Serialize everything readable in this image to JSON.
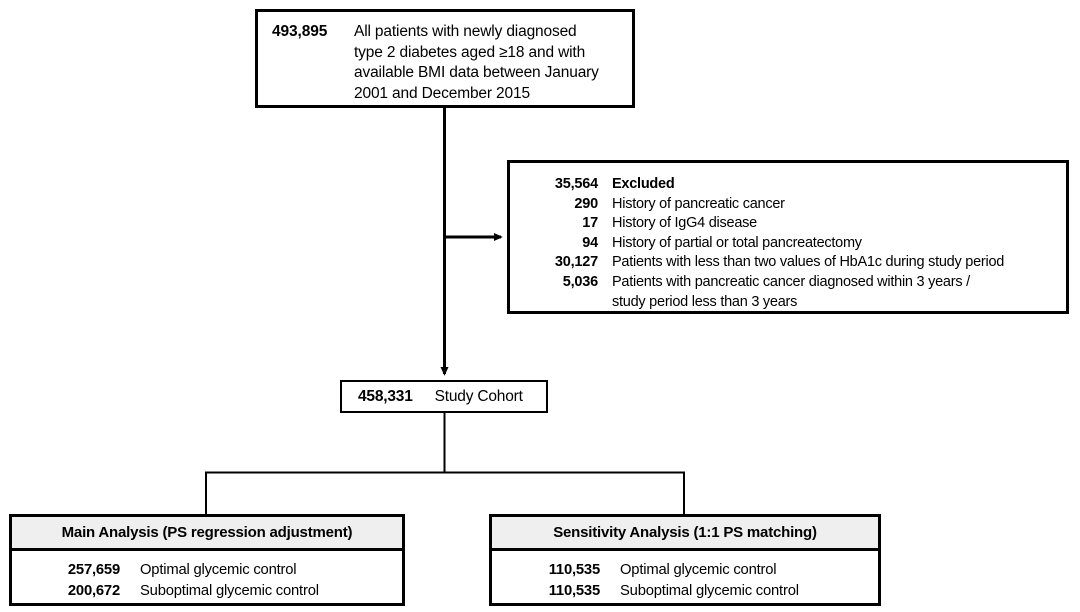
{
  "source_box": {
    "count": "493,895",
    "description_lines": [
      "All patients with newly diagnosed",
      "type 2 diabetes aged ≥18 and with",
      "available BMI data between January",
      "2001 and December 2015"
    ]
  },
  "excluded_box": {
    "total_count": "35,564",
    "total_label": "Excluded",
    "reasons": [
      {
        "count": "290",
        "label": "History of pancreatic cancer"
      },
      {
        "count": "17",
        "label": "History of IgG4 disease"
      },
      {
        "count": "94",
        "label": "History of partial or total pancreatectomy"
      },
      {
        "count": "30,127",
        "label": "Patients with less than two values of HbA1c during study period"
      },
      {
        "count": "5,036",
        "label": "Patients with pancreatic cancer diagnosed within 3 years /"
      }
    ],
    "continuation_line": "study period less than 3 years"
  },
  "cohort_box": {
    "count": "458,331",
    "label": "Study Cohort"
  },
  "main_analysis": {
    "title": "Main Analysis (PS regression adjustment)",
    "rows": [
      {
        "count": "257,659",
        "label": "Optimal glycemic control"
      },
      {
        "count": "200,672",
        "label": "Suboptimal glycemic control"
      }
    ]
  },
  "sensitivity_analysis": {
    "title": "Sensitivity Analysis (1:1 PS matching)",
    "rows": [
      {
        "count": "110,535",
        "label": "Optimal glycemic control"
      },
      {
        "count": "110,535",
        "label": "Suboptimal glycemic control"
      }
    ]
  },
  "colors": {
    "line": "#000000",
    "header_fill": "#efefef",
    "box_fill": "#ffffff",
    "text": "#000000"
  }
}
